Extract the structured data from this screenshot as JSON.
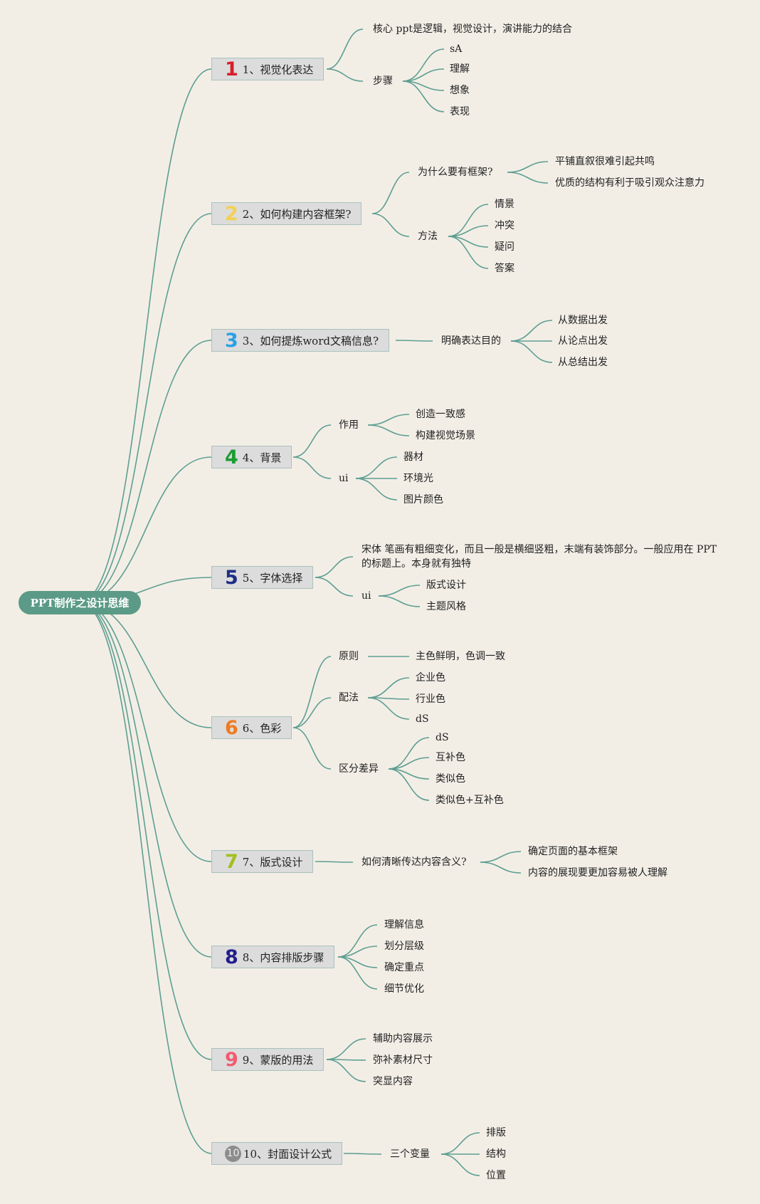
{
  "root": "PPT制作之设计思维",
  "topics": [
    {
      "num": "1",
      "color": "#d81e2a",
      "label": "1、视觉化表达"
    },
    {
      "num": "2",
      "color": "#f3d14f",
      "label": "2、如何构建内容框架?"
    },
    {
      "num": "3",
      "color": "#2aa1e6",
      "label": "3、如何提炼word文稿信息?"
    },
    {
      "num": "4",
      "color": "#1c9c32",
      "label": "4、背景"
    },
    {
      "num": "5",
      "color": "#1e2e86",
      "label": "5、字体选择"
    },
    {
      "num": "6",
      "color": "#f07a20",
      "label": "6、色彩"
    },
    {
      "num": "7",
      "color": "#a3c01e",
      "label": "7、版式设计"
    },
    {
      "num": "8",
      "color": "#231e8c",
      "label": "8、内容排版步骤"
    },
    {
      "num": "9",
      "color": "#f25b70",
      "label": "9、蒙版的用法"
    },
    {
      "num": "10",
      "color": "#8c8c8c",
      "label": "10、封面设计公式"
    }
  ],
  "nodes": {
    "t1_core": "核心 ppt是逻辑，视觉设计，演讲能力的结合",
    "t1_steps": "步骤",
    "t1_s1": "sA",
    "t1_s2": "理解",
    "t1_s3": "想象",
    "t1_s4": "表现",
    "t2_why": "为什么要有框架?",
    "t2_w1": "平铺直叙很难引起共鸣",
    "t2_w2": "优质的结构有利于吸引观众注意力",
    "t2_method": "方法",
    "t2_m1": "情景",
    "t2_m2": "冲突",
    "t2_m3": "疑问",
    "t2_m4": "答案",
    "t3_goal": "明确表达目的",
    "t3_g1": "从数据出发",
    "t3_g2": "从论点出发",
    "t3_g3": "从总结出发",
    "t4_use": "作用",
    "t4_u1": "创造一致感",
    "t4_u2": "构建视觉场景",
    "t4_ui": "ui",
    "t4_i1": "器材",
    "t4_i2": "环境光",
    "t4_i3": "图片颜色",
    "t5_song": "宋体 笔画有粗细变化，而且一般是横细竖粗，末端有装饰部分。一般应用在 PPT的标题上。本身就有独特",
    "t5_ui": "ui",
    "t5_i1": "版式设计",
    "t5_i2": "主题风格",
    "t6_rule": "原则",
    "t6_r1": "主色鲜明，色调一致",
    "t6_mix": "配法",
    "t6_x1": "企业色",
    "t6_x2": "行业色",
    "t6_x3": "dS",
    "t6_diff": "区分差异",
    "t6_d1": "dS",
    "t6_d2": "互补色",
    "t6_d3": "类似色",
    "t6_d4": "类似色+互补色",
    "t7_how": "如何清晰传达内容含义?",
    "t7_h1": "确定页面的基本框架",
    "t7_h2": "内容的展现要更加容易被人理解",
    "t8_1": "理解信息",
    "t8_2": "划分层级",
    "t8_3": "确定重点",
    "t8_4": "细节优化",
    "t9_1": "辅助内容展示",
    "t9_2": "弥补素材尺寸",
    "t9_3": "突显内容",
    "t10_var": "三个变量",
    "t10_1": "排版",
    "t10_2": "结构",
    "t10_3": "位置"
  },
  "colors": {
    "line": "#5e9e92",
    "root": "#5b9a86",
    "background": "#f2eee6"
  }
}
